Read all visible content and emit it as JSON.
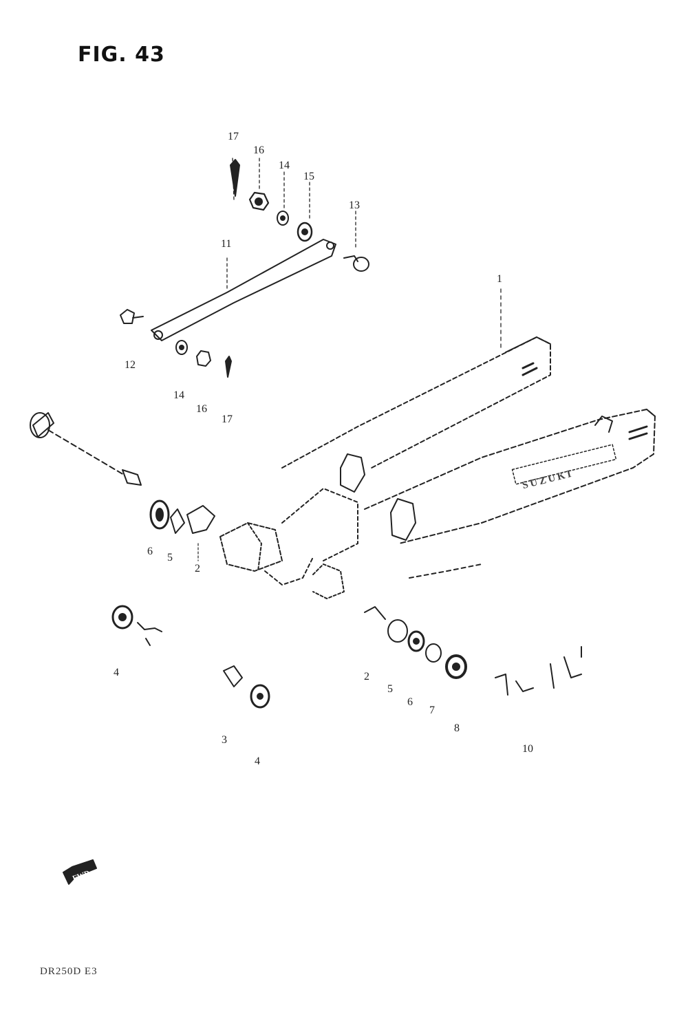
{
  "figure": {
    "title": "FIG. 43",
    "code": "DR250D E3"
  },
  "callouts": [
    {
      "id": "c17a",
      "label": "17"
    },
    {
      "id": "c16a",
      "label": "16"
    },
    {
      "id": "c14a",
      "label": "14"
    },
    {
      "id": "c15",
      "label": "15"
    },
    {
      "id": "c13",
      "label": "13"
    },
    {
      "id": "c11",
      "label": "11"
    },
    {
      "id": "c1",
      "label": "1"
    },
    {
      "id": "c12",
      "label": "12"
    },
    {
      "id": "c14b",
      "label": "14"
    },
    {
      "id": "c16b",
      "label": "16"
    },
    {
      "id": "c17b",
      "label": "17"
    },
    {
      "id": "c6a",
      "label": "6"
    },
    {
      "id": "c5a",
      "label": "5"
    },
    {
      "id": "c2a",
      "label": "2"
    },
    {
      "id": "c4a",
      "label": "4"
    },
    {
      "id": "c3a",
      "label": "3"
    },
    {
      "id": "c4b",
      "label": "4"
    },
    {
      "id": "c2b",
      "label": "2"
    },
    {
      "id": "c5b",
      "label": "5"
    },
    {
      "id": "c6b",
      "label": "6"
    },
    {
      "id": "c7",
      "label": "7"
    },
    {
      "id": "c8",
      "label": "8"
    },
    {
      "id": "c10",
      "label": "10"
    }
  ],
  "fwd_label": "FWD",
  "swingarm_decal": "SUZUKI"
}
